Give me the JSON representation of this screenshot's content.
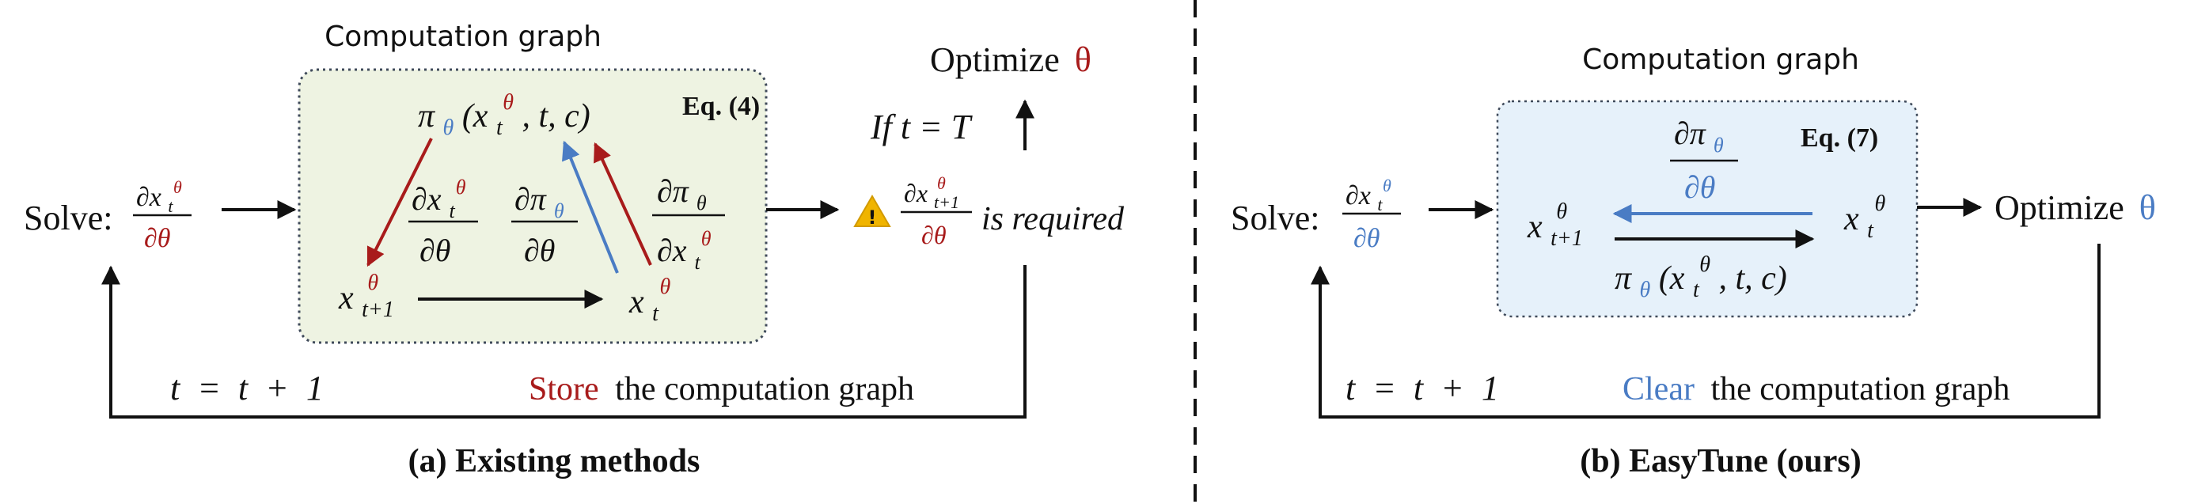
{
  "colors": {
    "red": "#a81b1b",
    "blue": "#4a7cc4",
    "ink": "#111111",
    "box_a_fill": "#eef3e2",
    "box_b_fill": "#e6f1fa",
    "box_border": "#3f4a5a",
    "warning": "#f0b400"
  },
  "panel_a": {
    "caption": "(a) Existing methods",
    "graph_title": "Computation graph",
    "eq_label": "Eq. (4)",
    "solve_label": "Solve:",
    "solve_frac_num": "∂x",
    "solve_frac_num_sub": "t",
    "solve_frac_num_sup": "θ",
    "solve_frac_den": "∂θ",
    "policy_pi": "π",
    "policy_sub": "θ",
    "policy_open": "(x",
    "policy_x_sub": "t",
    "policy_x_sup": "θ",
    "policy_rest": ", t, c)",
    "grad1_num": "∂x",
    "grad1_num_sub": "t",
    "grad1_num_sup": "θ",
    "grad1_den": "∂θ",
    "grad2_num": "∂π",
    "grad2_num_sub": "θ",
    "grad2_den": "∂θ",
    "grad3_num": "∂π",
    "grad3_num_sub": "θ",
    "grad3_den": "∂x",
    "grad3_den_sub": "t",
    "grad3_den_sup": "θ",
    "node_next": "x",
    "node_next_sub": "t+1",
    "node_next_sup": "θ",
    "node_cur": "x",
    "node_cur_sub": "t",
    "node_cur_sup": "θ",
    "optimize_label": "Optimize",
    "optimize_symbol": "θ",
    "condition": "If t = T",
    "warning_icon": "warning-triangle",
    "warning_glyph": "!",
    "required_num": "∂x",
    "required_num_sub": "t+1",
    "required_num_sup": "θ",
    "required_den": "∂θ",
    "required_text": "is required",
    "loop_update": "t  =  t  +  1",
    "store_word": "Store",
    "store_rest": "the computation graph"
  },
  "panel_b": {
    "caption": "(b) EasyTune (ours)",
    "graph_title": "Computation graph",
    "eq_label": "Eq. (7)",
    "solve_label": "Solve:",
    "solve_frac_num": "∂x",
    "solve_frac_num_sub": "t",
    "solve_frac_num_sup": "θ",
    "solve_frac_den": "∂θ",
    "grad_num": "∂π",
    "grad_num_sub": "θ",
    "grad_den": "∂θ",
    "node_next": "x",
    "node_next_sub": "t+1",
    "node_next_sup": "θ",
    "node_cur": "x",
    "node_cur_sub": "t",
    "node_cur_sup": "θ",
    "policy_pi": "π",
    "policy_sub": "θ",
    "policy_open": "(x",
    "policy_x_sub": "t",
    "policy_x_sup": "θ",
    "policy_rest": ", t, c)",
    "optimize_label": "Optimize",
    "optimize_symbol": "θ",
    "loop_update": "t  =  t  +  1",
    "clear_word": "Clear",
    "clear_rest": "the computation graph"
  }
}
